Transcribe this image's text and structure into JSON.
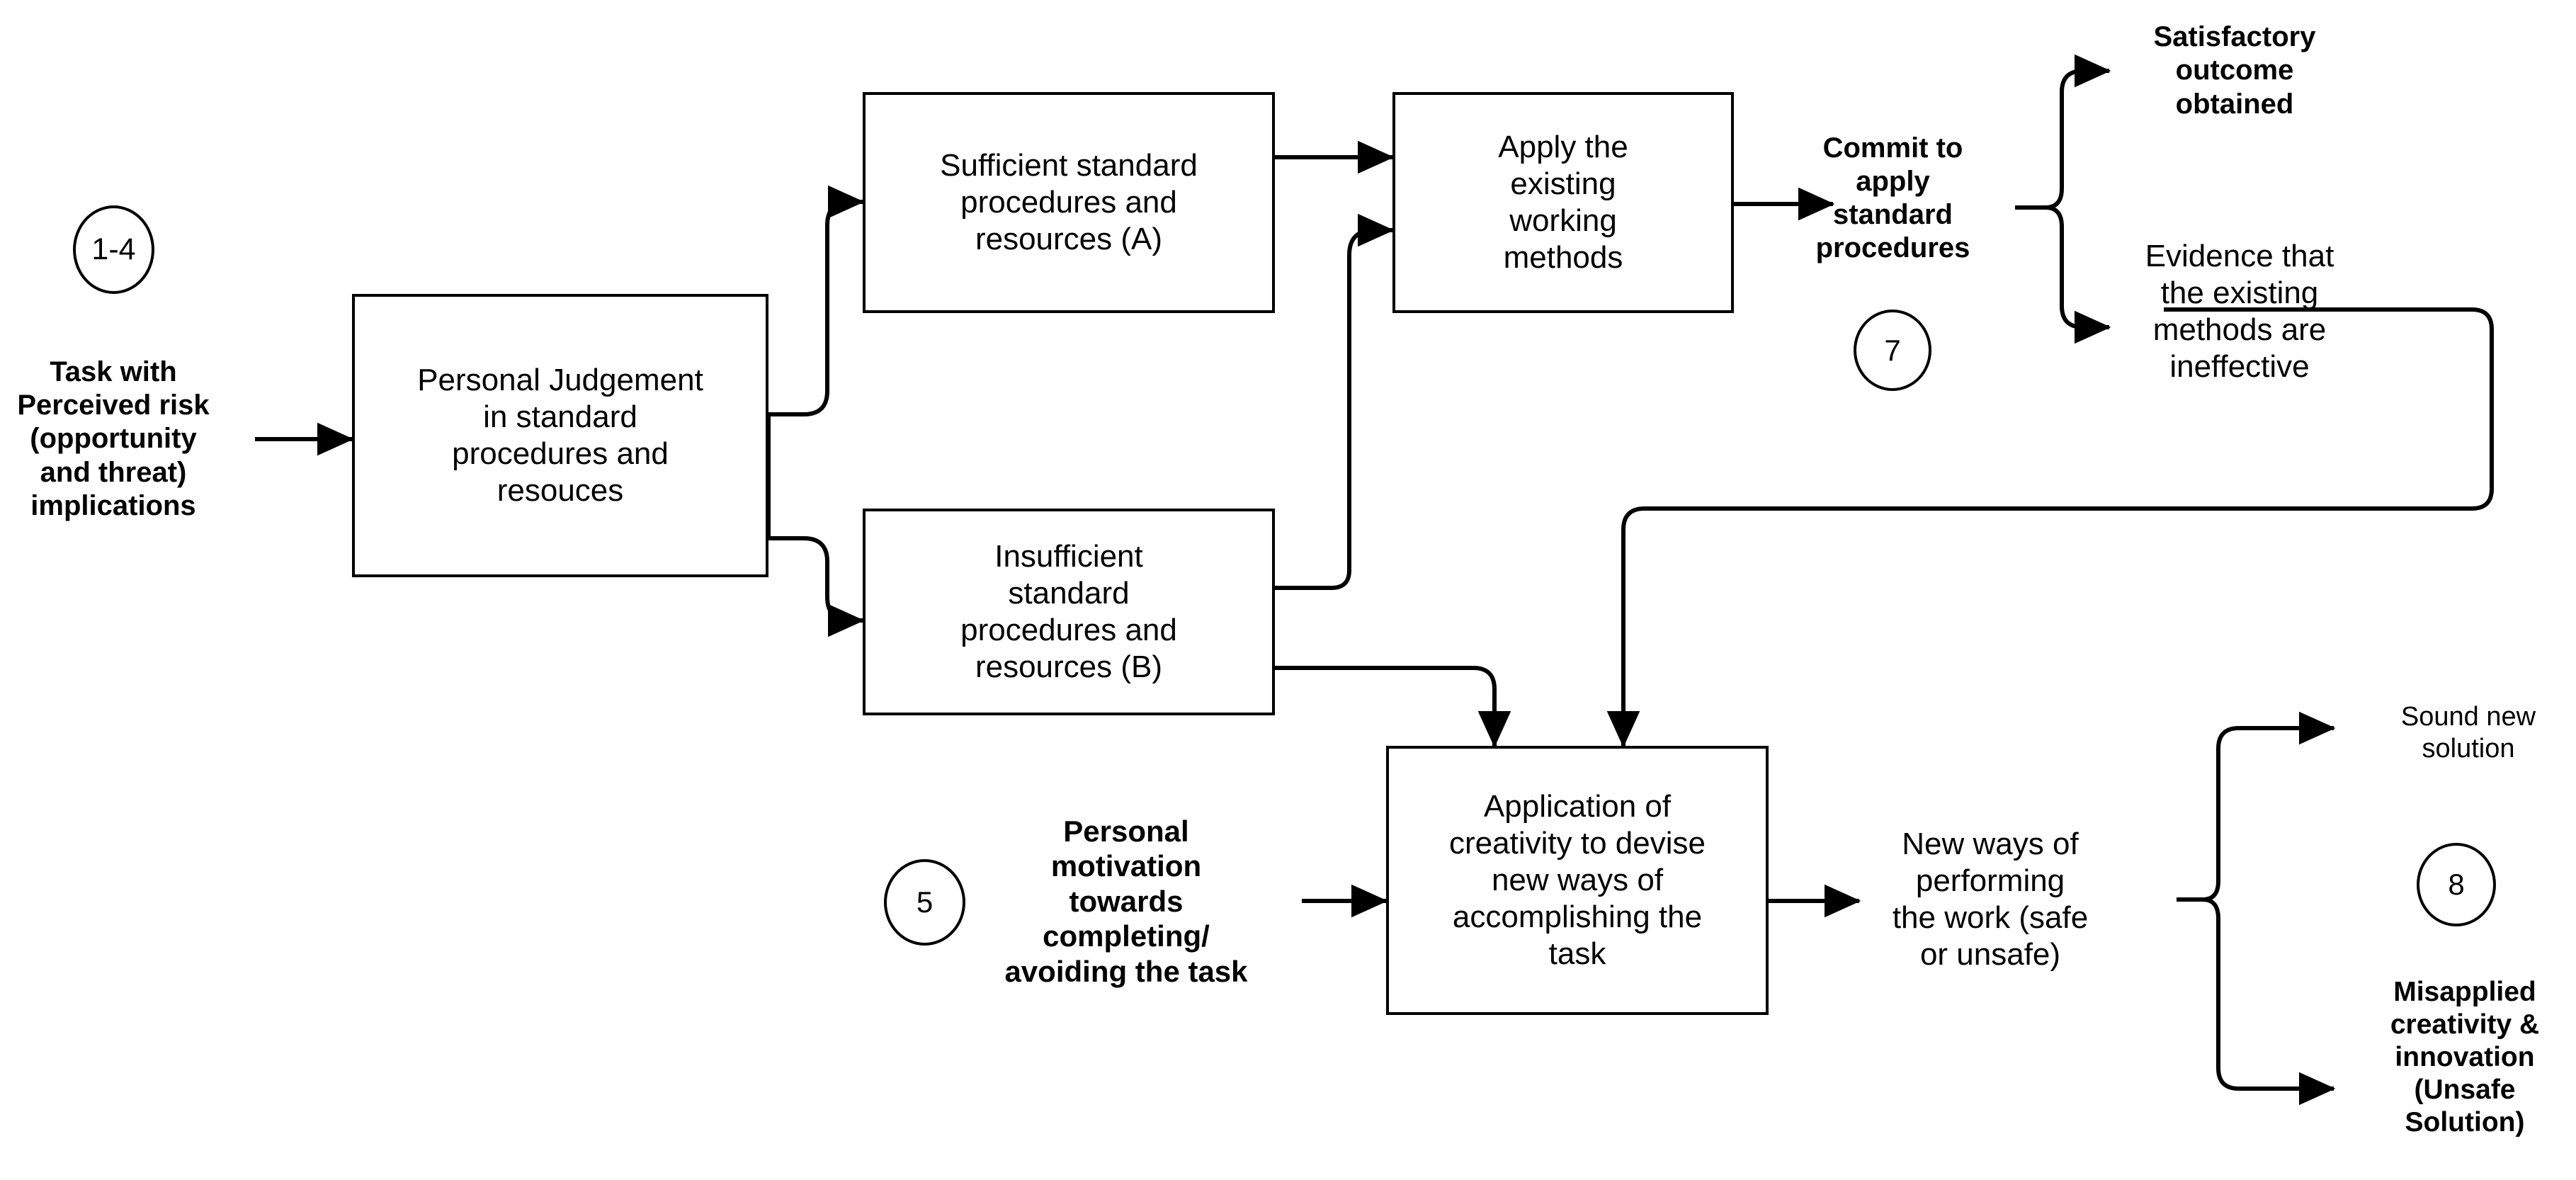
{
  "diagram": {
    "title": "Task risk, judgement and creativity flow",
    "stroke_color": "#000000",
    "background_color": "#ffffff",
    "nodes": {
      "task_input": "Task with\nPerceived  risk\n(opportunity\nand threat)\nimplications",
      "personal_judgement": "Personal Judgement\nin standard\nprocedures and\nresouces",
      "sufficient": "Sufficient standard\nprocedures and\nresources (A)",
      "insufficient": "Insufficient\nstandard\nprocedures and\nresources (B)",
      "apply_existing": "Apply the\nexisting\nworking\nmethods",
      "commit_standard": "Commit to\napply\nstandard\nprocedures",
      "satisfactory": "Satisfactory\noutcome\nobtained",
      "evidence_ineffective": "Evidence that\nthe existing\nmethods are\nineffective",
      "personal_motivation": "Personal\nmotivation\ntowards\ncompleting/\navoiding the task",
      "application_creativity": "Application of\ncreativity to devise\nnew ways of\naccomplishing the\ntask",
      "new_ways": "New ways of\nperforming\nthe work (safe\nor unsafe)",
      "sound_solution": "Sound new\nsolution",
      "misapplied": "Misapplied\ncreativity &\ninnovation\n(Unsafe\nSolution)"
    },
    "step_markers": {
      "m1": "1-4",
      "m5": "5",
      "m7": "7",
      "m8": "8"
    }
  }
}
